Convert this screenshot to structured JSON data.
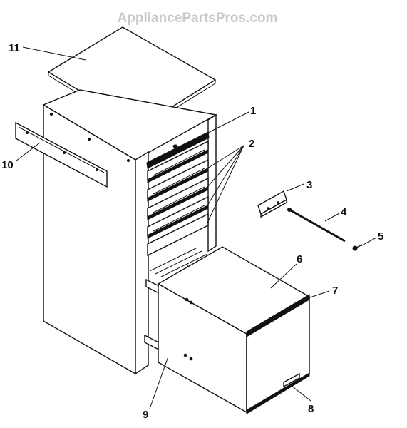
{
  "watermark": "AppliancePartsPros.com",
  "callouts": {
    "c1": "1",
    "c2": "2",
    "c3": "3",
    "c4": "4",
    "c5": "5",
    "c6": "6",
    "c7": "7",
    "c8": "8",
    "c9": "9",
    "c10": "10",
    "c11": "11"
  }
}
